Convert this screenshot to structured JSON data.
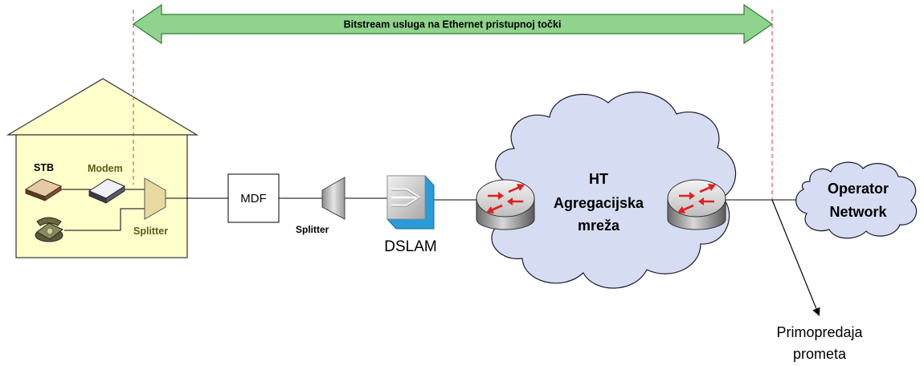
{
  "banner": {
    "text": "Bitstream usluga na Ethernet pristupnoj točki"
  },
  "house": {
    "stb_label": "STB",
    "modem_label": "Modem",
    "splitter_label": "Splitter"
  },
  "mdf": {
    "label": "MDF"
  },
  "splitter2": {
    "label": "Splitter"
  },
  "dslam": {
    "label": "DSLAM"
  },
  "aggregation_cloud": {
    "line1": "HT",
    "line2": "Agregacijska",
    "line3": "mreža"
  },
  "operator_cloud": {
    "line1": "Operator",
    "line2": "Network"
  },
  "handover": {
    "line1": "Primopredaja",
    "line2": "prometa"
  },
  "colors": {
    "banner_fill": "#8fd38c",
    "house_fill": "#ffffcc",
    "cloud_fill": "#d6dcf2",
    "router_red": "#e02020",
    "dslam_blue": "#2a9ad8",
    "dashed_red": "#e03030",
    "modem_label": "#5a5a1a"
  },
  "icons": [
    "stb-icon",
    "modem-icon",
    "phone-icon",
    "splitter-icon",
    "dslam-icon",
    "router-icon",
    "cloud-icon"
  ]
}
